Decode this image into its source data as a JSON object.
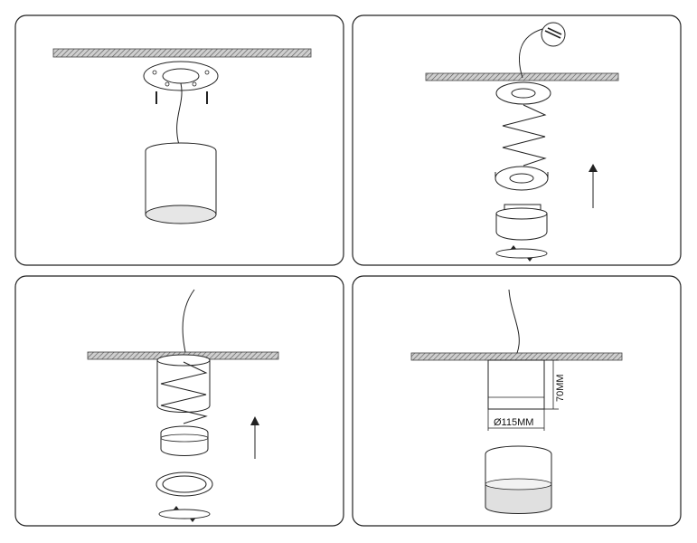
{
  "panels": [
    {
      "id": "step-1"
    },
    {
      "id": "step-2"
    },
    {
      "id": "step-3"
    },
    {
      "id": "step-4"
    }
  ],
  "dimensions": {
    "height_label": "70MM",
    "diameter_label": "Ø115MM"
  },
  "colors": {
    "stroke": "#1a1a1a",
    "ceiling_fill": "#9a9a9a",
    "panel_border": "#222222",
    "background": "#ffffff"
  }
}
